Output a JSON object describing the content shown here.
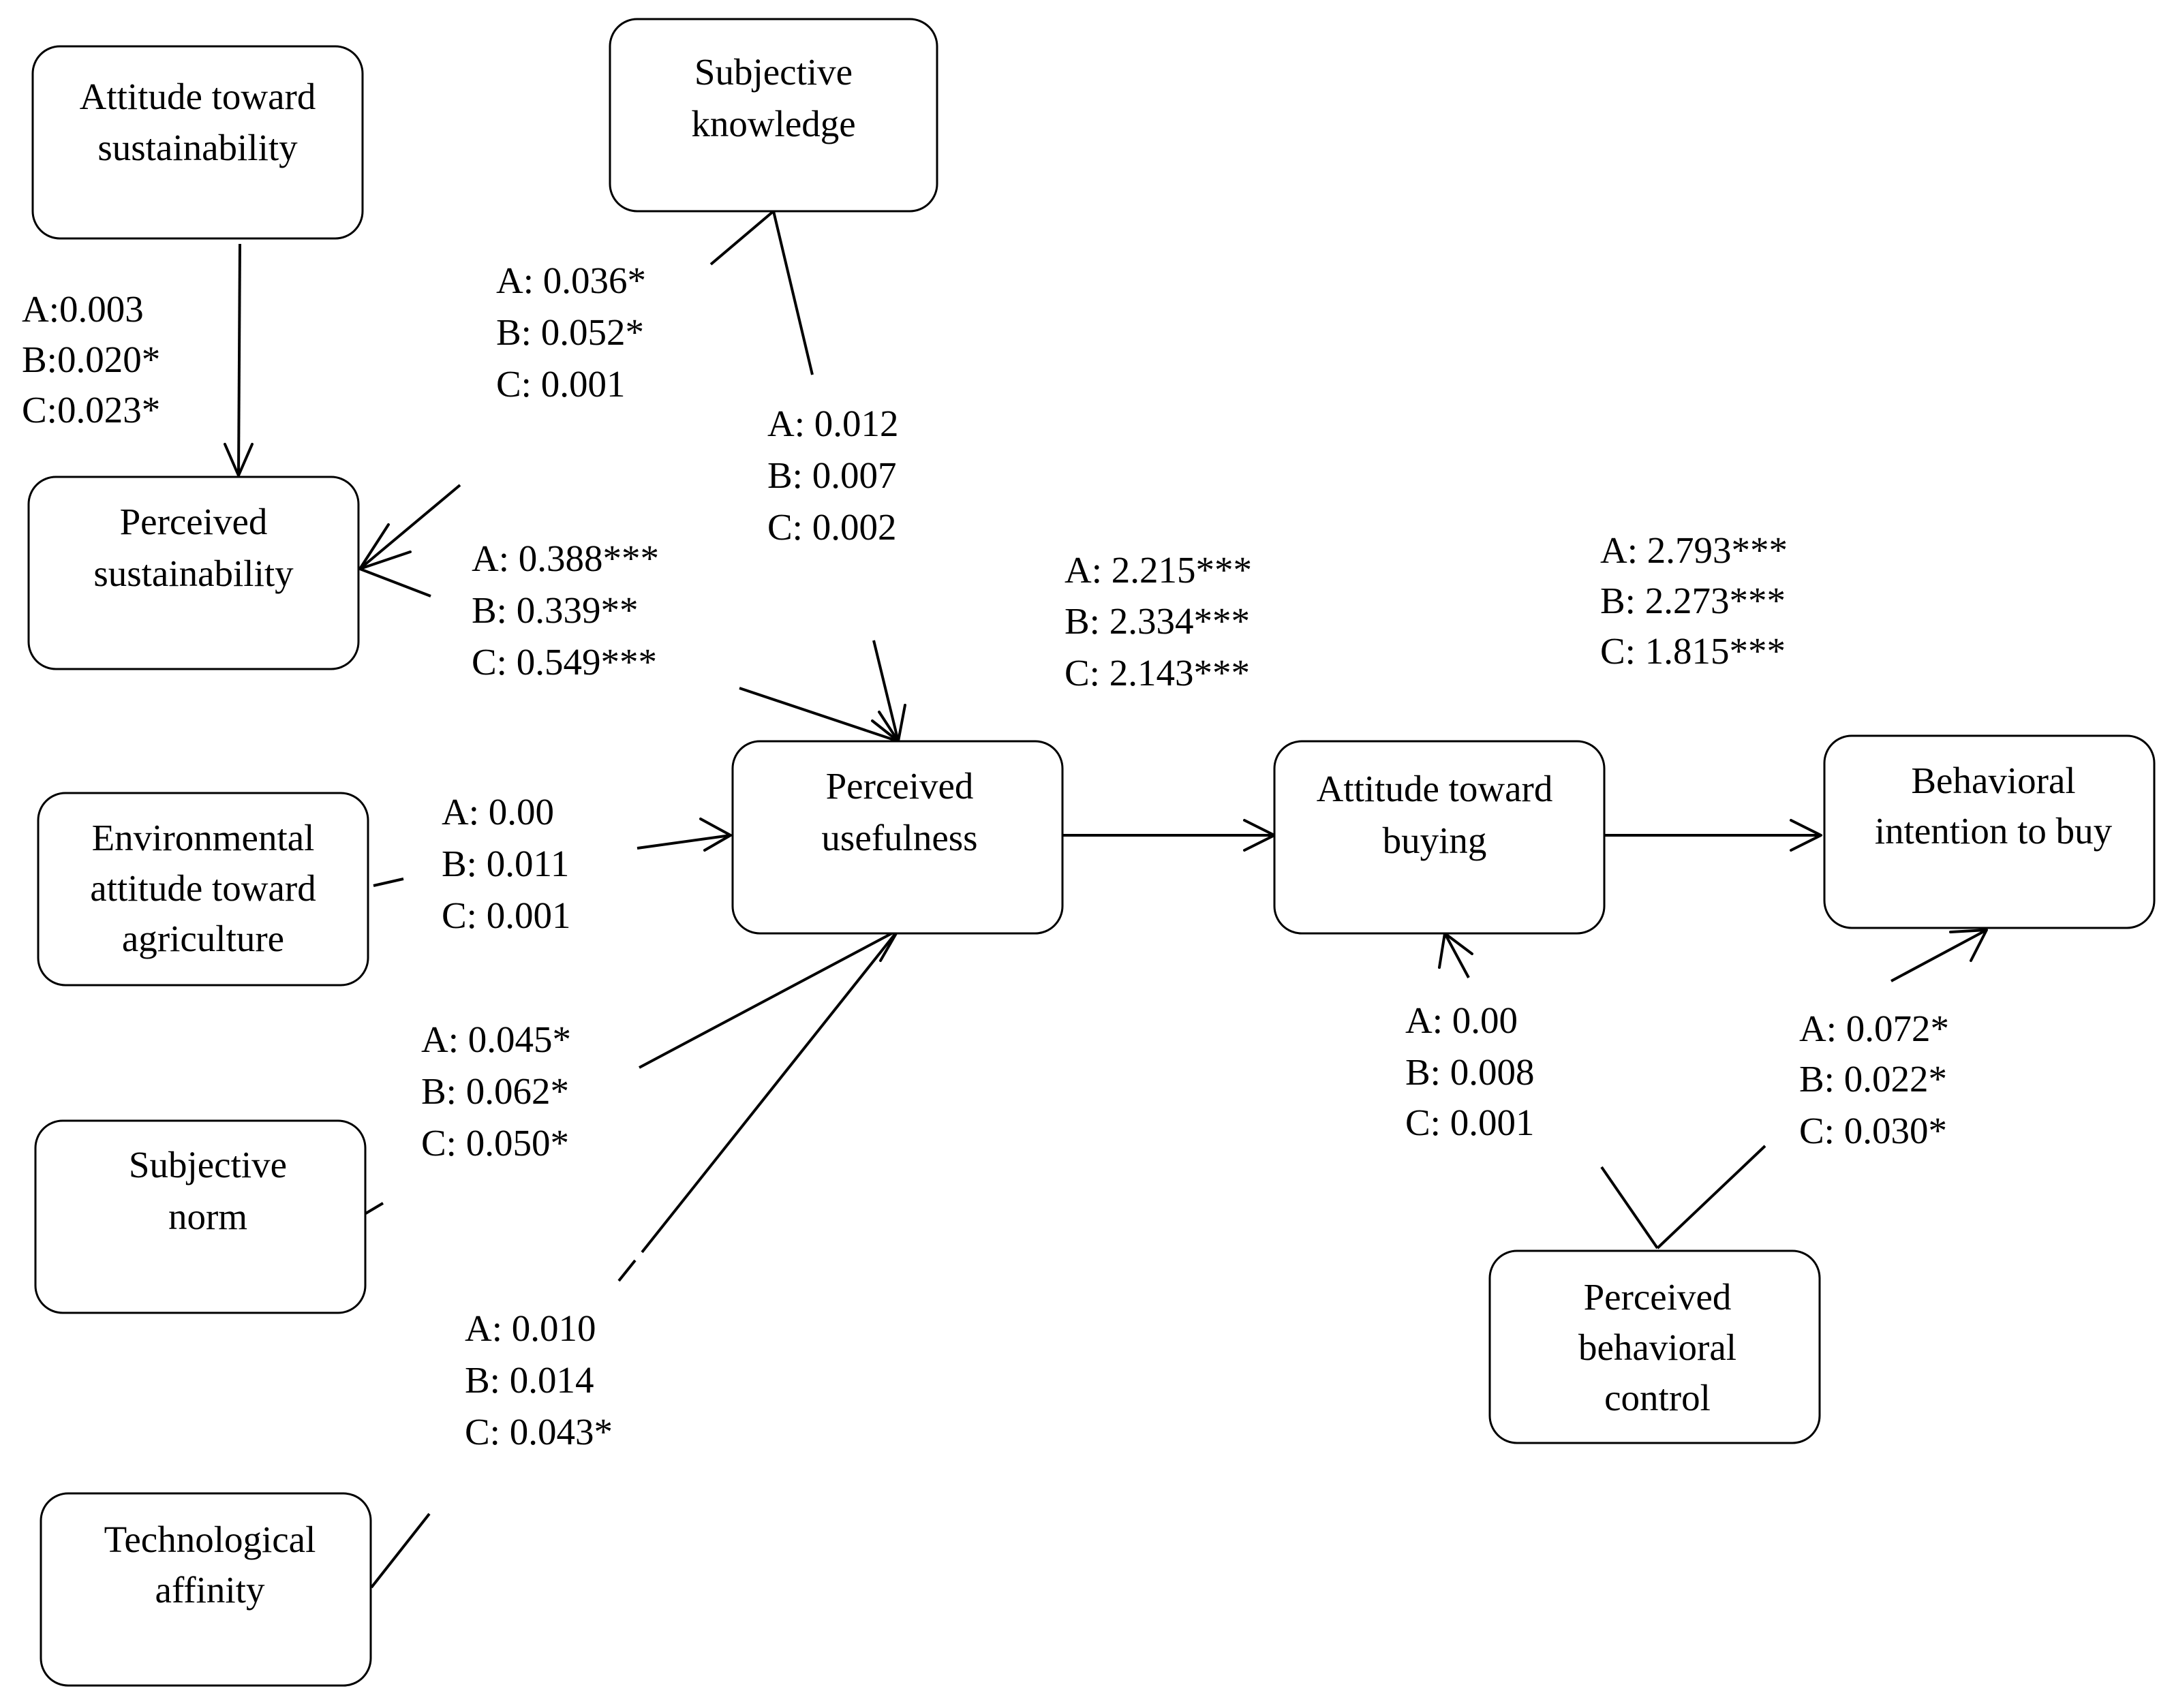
{
  "nodes": {
    "attitude_sustainability": [
      "Attitude toward",
      "sustainability"
    ],
    "subjective_knowledge": [
      "Subjective",
      "knowledge"
    ],
    "perceived_sustainability": [
      "Perceived",
      "sustainability"
    ],
    "environmental_attitude": [
      "Environmental",
      "attitude toward",
      "agriculture"
    ],
    "subjective_norm": [
      "Subjective",
      "norm"
    ],
    "technological_affinity": [
      "Technological",
      "affinity"
    ],
    "perceived_usefulness": [
      "Perceived",
      "usefulness"
    ],
    "attitude_buying": [
      "Attitude toward",
      "buying"
    ],
    "behavioral_intention": [
      "Behavioral",
      "intention to buy"
    ],
    "perceived_behavioral_control": [
      "Perceived",
      "behavioral",
      "control"
    ]
  },
  "coefficients": {
    "as_to_ps": [
      "A:0.003",
      "B:0.020*",
      "C:0.023*"
    ],
    "sk_to_ps": [
      "A: 0.036*",
      "B: 0.052*",
      "C: 0.001"
    ],
    "sk_to_pu": [
      "A: 0.012",
      "B: 0.007",
      "C: 0.002"
    ],
    "ps_to_pu": [
      "A: 0.388***",
      "B: 0.339**",
      "C: 0.549***"
    ],
    "pu_to_ab": [
      "A: 2.215***",
      "B: 2.334***",
      "C: 2.143***"
    ],
    "ab_to_bi": [
      "A: 2.793***",
      "B: 2.273***",
      "C: 1.815***"
    ],
    "ea_to_pu": [
      "A: 0.00",
      "B: 0.011",
      "C: 0.001"
    ],
    "sn_to_pu": [
      "A: 0.045*",
      "B: 0.062*",
      "C: 0.050*"
    ],
    "ta_to_pu": [
      "A: 0.010",
      "B: 0.014",
      "C: 0.043*"
    ],
    "pbc_to_ab": [
      "A: 0.00",
      "B: 0.008",
      "C: 0.001"
    ],
    "pbc_to_bi": [
      "A: 0.072*",
      "B: 0.022*",
      "C: 0.030*"
    ]
  }
}
